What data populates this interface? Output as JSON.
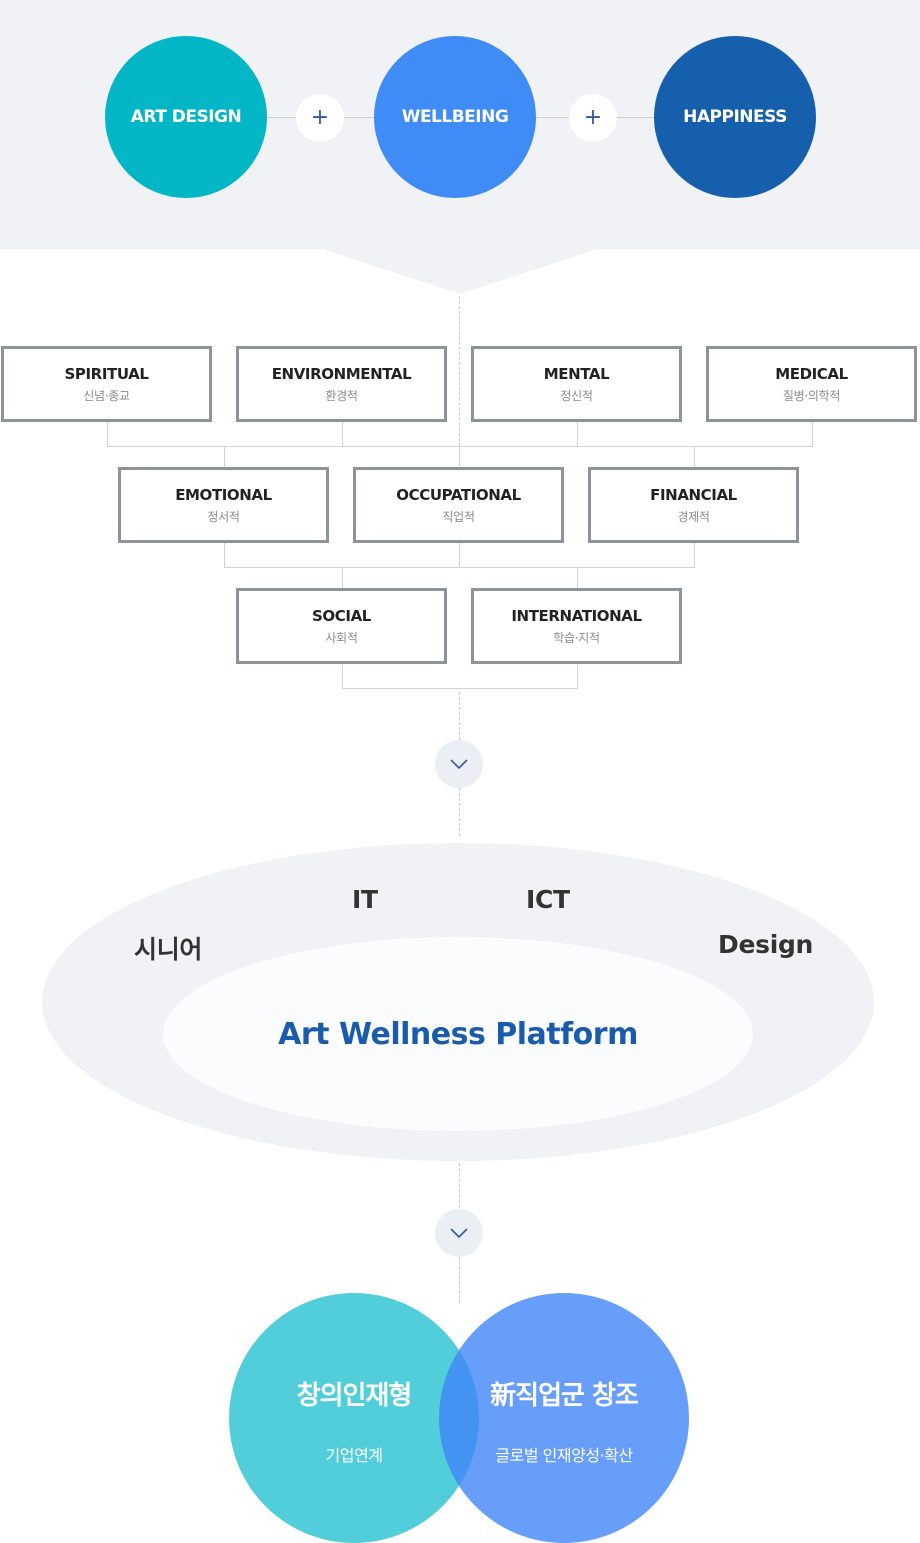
{
  "top": {
    "circles": [
      {
        "label": "ART DESIGN",
        "color": "#03b6c6"
      },
      {
        "label": "WELLBEING",
        "color": "#3f8cf6"
      },
      {
        "label": "HAPPINESS",
        "color": "#165fac"
      }
    ],
    "plus": "+"
  },
  "dimensions": {
    "row1": [
      {
        "title": "SPIRITUAL",
        "sub": "신념·종교"
      },
      {
        "title": "ENVIRONMENTAL",
        "sub": "환경적"
      },
      {
        "title": "MENTAL",
        "sub": "정신적"
      },
      {
        "title": "MEDICAL",
        "sub": "질병·의학적"
      }
    ],
    "row2": [
      {
        "title": "EMOTIONAL",
        "sub": "정서적"
      },
      {
        "title": "OCCUPATIONAL",
        "sub": "직업적"
      },
      {
        "title": "FINANCIAL",
        "sub": "경제적"
      }
    ],
    "row3": [
      {
        "title": "SOCIAL",
        "sub": "사회적"
      },
      {
        "title": "INTERNATIONAL",
        "sub": "학습·지적"
      }
    ]
  },
  "platform": {
    "title": "Art Wellness Platform",
    "keywords": {
      "senior": "시니어",
      "it": "IT",
      "ict": "ICT",
      "design": "Design"
    }
  },
  "outcomes": [
    {
      "title": "창의인재형",
      "sub": "기업연계",
      "color": "#4ecfd9"
    },
    {
      "title": "新직업군 창조",
      "sub": "글로벌 인재양성·확산",
      "color": "#5b9afa"
    }
  ]
}
